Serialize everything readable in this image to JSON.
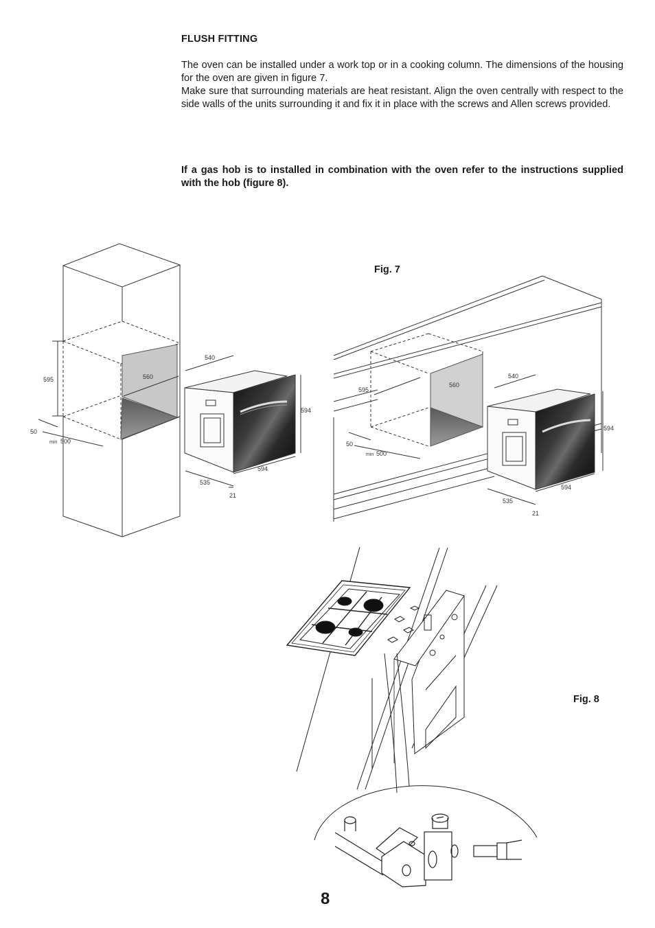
{
  "section": {
    "heading": "FLUSH FITTING",
    "para1": "The oven can be installed under a work top or in a cooking column. The dimensions of the housing for the oven are given in figure 7.",
    "para2": "Make sure that surrounding materials are heat resistant. Align the oven centrally with respect to the side walls of the units surrounding it and fix it in place with the screws and Allen screws provided.",
    "note": "If a gas hob is to installed in combination with the oven refer to the instructions supplied with the hob (figure 8)."
  },
  "fig7": {
    "label": "Fig. 7",
    "column_dims": {
      "height": "595",
      "width": "560",
      "gap": "50",
      "min_prefix": "min",
      "min_value": "500",
      "oven_depth": "540",
      "oven_height": "594",
      "oven_width": "594",
      "oven_body": "535",
      "oven_front": "21"
    },
    "worktop_dims": {
      "height": "595",
      "width": "560",
      "gap": "50",
      "min_prefix": "min",
      "min_value": "500",
      "oven_depth": "540",
      "oven_height": "594",
      "oven_width": "594",
      "oven_body": "535",
      "oven_front": "21"
    }
  },
  "fig8": {
    "label": "Fig. 8"
  },
  "page_number": "8"
}
